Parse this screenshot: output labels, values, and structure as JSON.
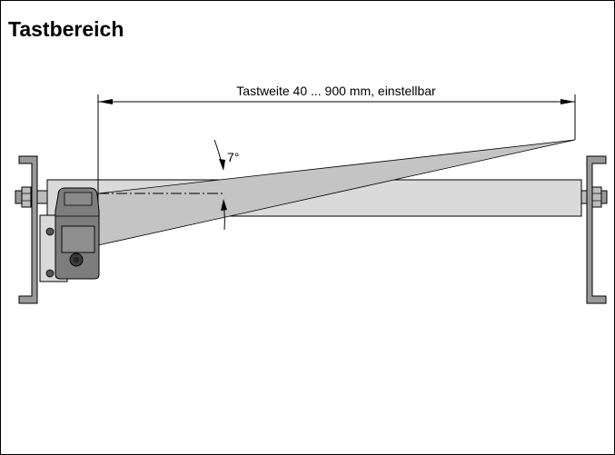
{
  "title": "Tastbereich",
  "dimension_label": "Tastweite 40 ... 900 mm, einstellbar",
  "angle_label": "7°",
  "colors": {
    "mount": "#999999",
    "beam": "#c4c4c4",
    "bar": "#dadada",
    "sensor": "#7d7d7d",
    "sensor_dark": "#555555",
    "line": "#000000"
  }
}
